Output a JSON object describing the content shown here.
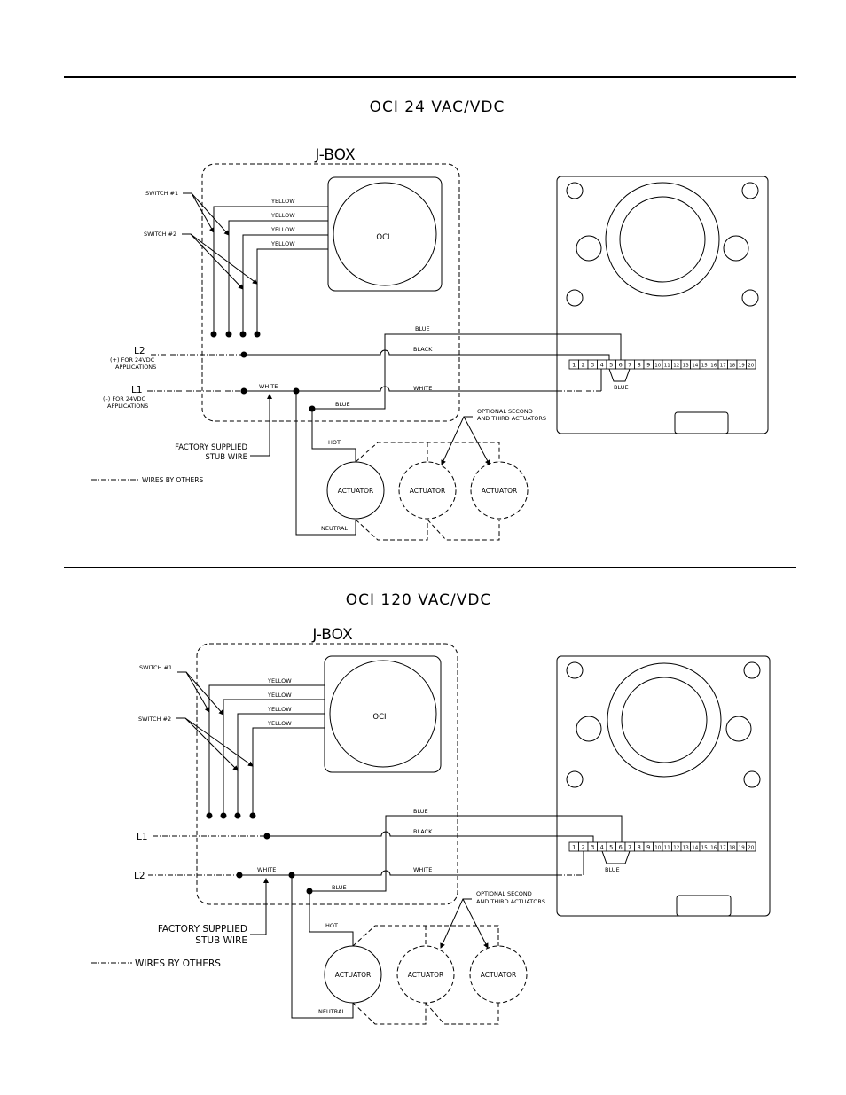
{
  "diagrams": [
    {
      "title": "OCI 24 VAC/VDC",
      "jbox_label": "J-BOX",
      "oci_label": "OCI",
      "switch1_label": "SWITCH #1",
      "switch2_label": "SWITCH #2",
      "yellow_labels": [
        "YELLOW",
        "YELLOW",
        "YELLOW",
        "YELLOW"
      ],
      "l2_label": "L2",
      "l2_note_1": "(+) FOR 24VDC",
      "l2_note_2": "APPLICATIONS",
      "l1_label": "L1",
      "l1_note_1": "(–) FOR 24VDC",
      "l1_note_2": "APPLICATIONS",
      "white_left_label": "WHITE",
      "blue_top_label": "BLUE",
      "black_label": "BLACK",
      "white_right_label": "WHITE",
      "blue_bottom_label": "BLUE",
      "terminal_blue_label": "BLUE",
      "factory_label_1": "FACTORY SUPPLIED",
      "factory_label_2": "STUB WIRE",
      "wires_by_others_label": "WIRES BY OTHERS",
      "optional_label_1": "OPTIONAL SECOND",
      "optional_label_2": "AND THIRD ACTUATORS",
      "hot_label": "HOT",
      "neutral_label": "NEUTRAL",
      "actuator_labels": [
        "ACTUATOR",
        "ACTUATOR",
        "ACTUATOR"
      ],
      "terminals": [
        "1",
        "2",
        "3",
        "4",
        "5",
        "6",
        "7",
        "8",
        "9",
        "10",
        "11",
        "12",
        "13",
        "14",
        "15",
        "16",
        "17",
        "18",
        "19",
        "20"
      ]
    },
    {
      "title": "OCI 120 VAC/VDC",
      "jbox_label": "J-BOX",
      "oci_label": "OCI",
      "switch1_label": "SWITCH #1",
      "switch2_label": "SWITCH #2",
      "yellow_labels": [
        "YELLOW",
        "YELLOW",
        "YELLOW",
        "YELLOW"
      ],
      "l1_label": "L1",
      "l2_label": "L2",
      "white_left_label": "WHITE",
      "blue_top_label": "BLUE",
      "black_label": "BLACK",
      "white_right_label": "WHITE",
      "blue_bottom_label": "BLUE",
      "terminal_blue_label": "BLUE",
      "factory_label_1": "FACTORY SUPPLIED",
      "factory_label_2": "STUB WIRE",
      "wires_by_others_label": "WIRES BY OTHERS",
      "optional_label_1": "OPTIONAL SECOND",
      "optional_label_2": "AND THIRD ACTUATORS",
      "hot_label": "HOT",
      "neutral_label": "NEUTRAL",
      "actuator_labels": [
        "ACTUATOR",
        "ACTUATOR",
        "ACTUATOR"
      ],
      "terminals": [
        "1",
        "2",
        "3",
        "4",
        "5",
        "6",
        "7",
        "8",
        "9",
        "10",
        "11",
        "12",
        "13",
        "14",
        "15",
        "16",
        "17",
        "18",
        "19",
        "20"
      ]
    }
  ]
}
